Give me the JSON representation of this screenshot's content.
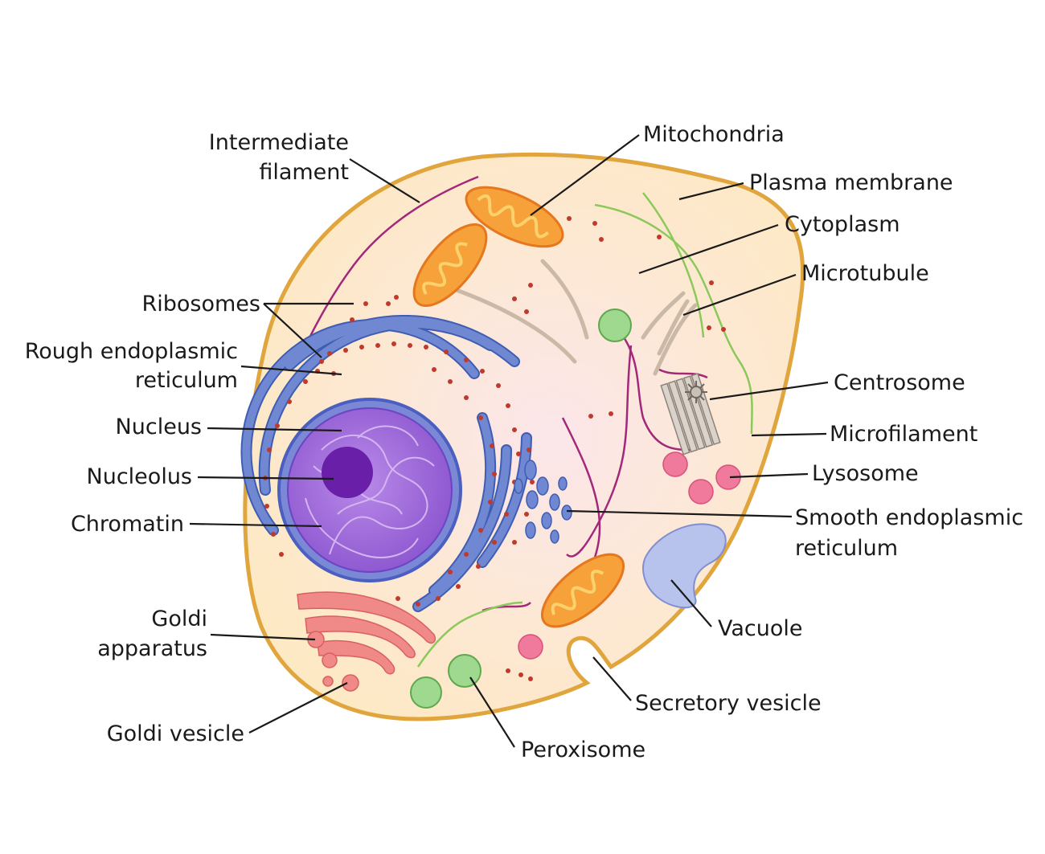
{
  "diagram": {
    "labels": {
      "intermediate_filament": [
        "Intermediate",
        "filament"
      ],
      "mitochondria": "Mitochondria",
      "plasma_membrane": "Plasma membrane",
      "cytoplasm": "Cytoplasm",
      "microtubule": "Microtubule",
      "ribosomes": "Ribosomes",
      "rough_er": [
        "Rough endoplasmic",
        "reticulum"
      ],
      "nucleus": "Nucleus",
      "nucleolus": "Nucleolus",
      "chromatin": "Chromatin",
      "centrosome": "Centrosome",
      "microfilament": "Microfilament",
      "lysosome": "Lysosome",
      "smooth_er": [
        "Smooth endoplasmic",
        "reticulum"
      ],
      "vacuole": "Vacuole",
      "golgi_apparatus": [
        "Goldi",
        "apparatus"
      ],
      "secretory_vesicle": "Secretory vesicle",
      "golgi_vesicle": "Goldi vesicle",
      "peroxisome": "Peroxisome"
    },
    "colors": {
      "membrane": "#e0a53c",
      "cytoplasm_outer": "#fde9c6",
      "cytoplasm_inner": "#fbe7e8",
      "mitochondria_fill": "#f7a13a",
      "mitochondria_edge": "#e5771e",
      "er": "#6f88d1",
      "er_edge": "#3f5db3",
      "ribosome": "#c0392b",
      "nucleus": "#9c6bd6",
      "nucleolus": "#6a1fa8",
      "envelope": "#5b6fd0",
      "golgi": "#f08a88",
      "lysosome": "#f07a9c",
      "peroxisome": "#9fd88f",
      "vacuole": "#b7c3ec",
      "filament": "#a3287a",
      "microfilament": "#8cc85a",
      "microtubule": "#c9b9a6"
    }
  }
}
